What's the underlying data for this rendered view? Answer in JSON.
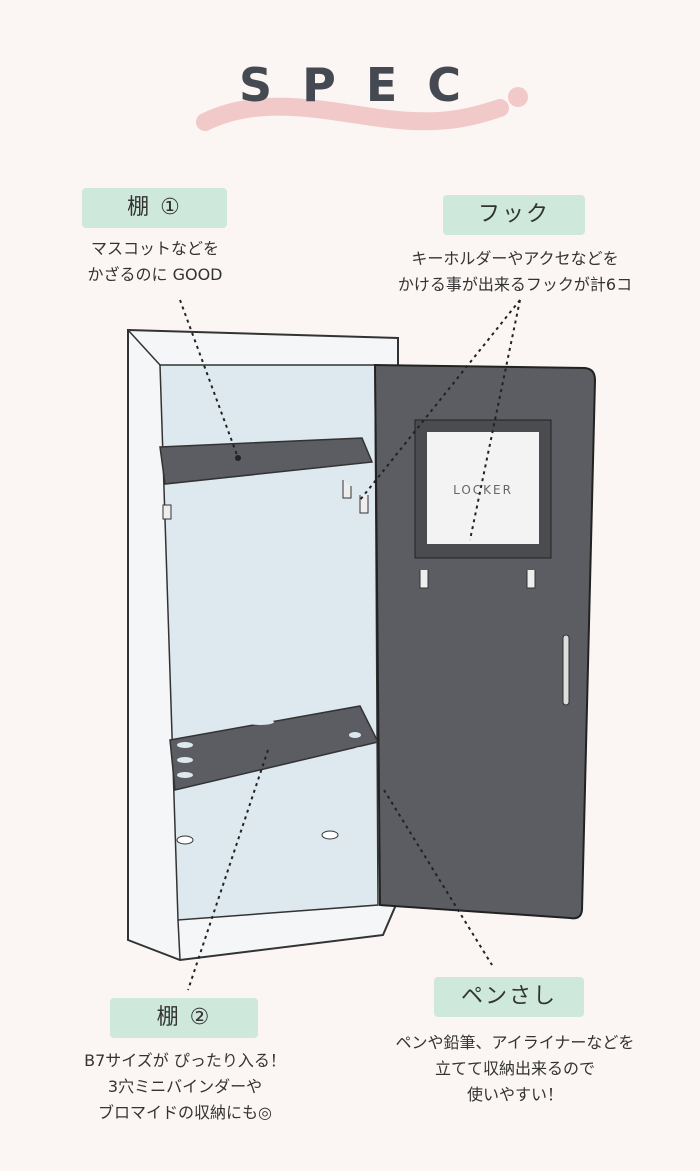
{
  "title": "SPEC",
  "colors": {
    "background": "#fbf6f4",
    "tag": "#cfe8dc",
    "wave": "#f2c9c9",
    "door": "#5b5d62",
    "interior": "#dde8ef"
  },
  "callouts": [
    {
      "label": "棚 ①",
      "lines": [
        "マスコットなどを",
        "かざるのに GOOD"
      ]
    },
    {
      "label": "フック",
      "lines": [
        "キーホルダーやアクセなどを",
        "かける事が出来るフックが計6コ"
      ]
    },
    {
      "label": "棚 ②",
      "lines": [
        "B7サイズが ぴったり入る！",
        "3穴ミニバインダーや",
        "ブロマイドの収納にも◎"
      ]
    },
    {
      "label": "ペンさし",
      "lines": [
        "ペンや鉛筆、アイライナーなどを",
        "立てて収納出来るので",
        "使いやすい！"
      ]
    }
  ],
  "door_sign": {
    "text": "LOCKER"
  }
}
